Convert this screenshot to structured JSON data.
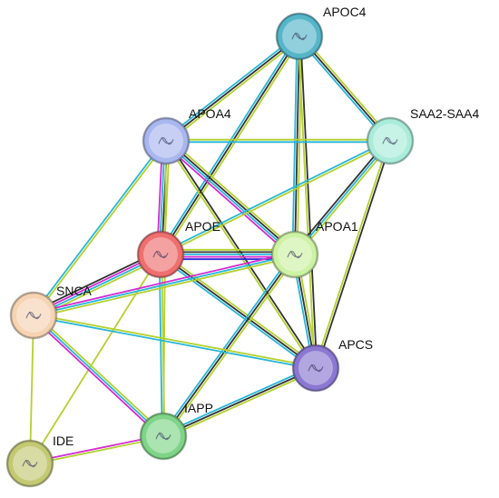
{
  "network": {
    "nodes": [
      {
        "id": "APOC4",
        "label": "APOC4",
        "color": "#56b6c9"
      },
      {
        "id": "SAA2-SAA4",
        "label": "SAA2-SAA4",
        "color": "#a9ecd9"
      },
      {
        "id": "APOA4",
        "label": "APOA4",
        "color": "#a9b7ef"
      },
      {
        "id": "APOE",
        "label": "APOE",
        "color": "#ef6f6f"
      },
      {
        "id": "APOA1",
        "label": "APOA1",
        "color": "#cdf2a4"
      },
      {
        "id": "SNCA",
        "label": "SNCA",
        "color": "#f6d3b2"
      },
      {
        "id": "APCS",
        "label": "APCS",
        "color": "#8a78d1"
      },
      {
        "id": "IAPP",
        "label": "IAPP",
        "color": "#7fd487"
      },
      {
        "id": "IDE",
        "label": "IDE",
        "color": "#c3c873"
      }
    ],
    "edges": [
      {
        "source": "APOC4",
        "target": "APOA4",
        "evidence": [
          "text-mining",
          "co-expression",
          "database"
        ]
      },
      {
        "source": "APOC4",
        "target": "APOE",
        "evidence": [
          "text-mining",
          "co-expression",
          "database"
        ]
      },
      {
        "source": "APOC4",
        "target": "APOA1",
        "evidence": [
          "text-mining",
          "co-expression",
          "database"
        ]
      },
      {
        "source": "APOC4",
        "target": "SAA2-SAA4",
        "evidence": [
          "text-mining",
          "co-expression",
          "database"
        ]
      },
      {
        "source": "APOC4",
        "target": "APCS",
        "evidence": [
          "co-expression",
          "text-mining"
        ]
      },
      {
        "source": "APOA4",
        "target": "SAA2-SAA4",
        "evidence": [
          "text-mining",
          "database"
        ]
      },
      {
        "source": "APOA4",
        "target": "APOE",
        "evidence": [
          "text-mining",
          "co-expression",
          "database",
          "experiments"
        ]
      },
      {
        "source": "APOA4",
        "target": "APOA1",
        "evidence": [
          "text-mining",
          "co-expression",
          "database",
          "experiments"
        ]
      },
      {
        "source": "APOA4",
        "target": "SNCA",
        "evidence": [
          "text-mining",
          "database"
        ]
      },
      {
        "source": "APOA4",
        "target": "APCS",
        "evidence": [
          "co-expression",
          "text-mining"
        ]
      },
      {
        "source": "APOA4",
        "target": "IAPP",
        "evidence": [
          "text-mining"
        ]
      },
      {
        "source": "SAA2-SAA4",
        "target": "APOE",
        "evidence": [
          "text-mining",
          "database"
        ]
      },
      {
        "source": "SAA2-SAA4",
        "target": "APOA1",
        "evidence": [
          "text-mining",
          "database",
          "co-expression"
        ]
      },
      {
        "source": "SAA2-SAA4",
        "target": "APCS",
        "evidence": [
          "co-expression",
          "text-mining"
        ]
      },
      {
        "source": "APOE",
        "target": "APOA1",
        "evidence": [
          "text-mining",
          "co-expression",
          "database",
          "experiments",
          "co-occurrence"
        ]
      },
      {
        "source": "APOE",
        "target": "SNCA",
        "evidence": [
          "text-mining",
          "database",
          "experiments",
          "co-expression"
        ]
      },
      {
        "source": "APOE",
        "target": "APCS",
        "evidence": [
          "text-mining",
          "co-expression",
          "database"
        ]
      },
      {
        "source": "APOE",
        "target": "IAPP",
        "evidence": [
          "text-mining",
          "database"
        ]
      },
      {
        "source": "APOE",
        "target": "IDE",
        "evidence": [
          "text-mining"
        ]
      },
      {
        "source": "APOA1",
        "target": "SNCA",
        "evidence": [
          "text-mining",
          "database",
          "experiments"
        ]
      },
      {
        "source": "APOA1",
        "target": "APCS",
        "evidence": [
          "text-mining",
          "co-expression",
          "database"
        ]
      },
      {
        "source": "APOA1",
        "target": "IAPP",
        "evidence": [
          "text-mining",
          "co-expression",
          "database"
        ]
      },
      {
        "source": "SNCA",
        "target": "APCS",
        "evidence": [
          "text-mining",
          "database"
        ]
      },
      {
        "source": "SNCA",
        "target": "IAPP",
        "evidence": [
          "text-mining",
          "database",
          "experiments"
        ]
      },
      {
        "source": "SNCA",
        "target": "IDE",
        "evidence": [
          "text-mining"
        ]
      },
      {
        "source": "APCS",
        "target": "IAPP",
        "evidence": [
          "text-mining",
          "co-expression",
          "database"
        ]
      },
      {
        "source": "IAPP",
        "target": "IDE",
        "evidence": [
          "text-mining",
          "experiments"
        ]
      }
    ],
    "evidence_colors": {
      "text-mining": "#b3d12e",
      "database": "#28b6d8",
      "co-expression": "#333333",
      "experiments": "#d42ad4",
      "co-occurrence": "#2a2ad4"
    }
  }
}
